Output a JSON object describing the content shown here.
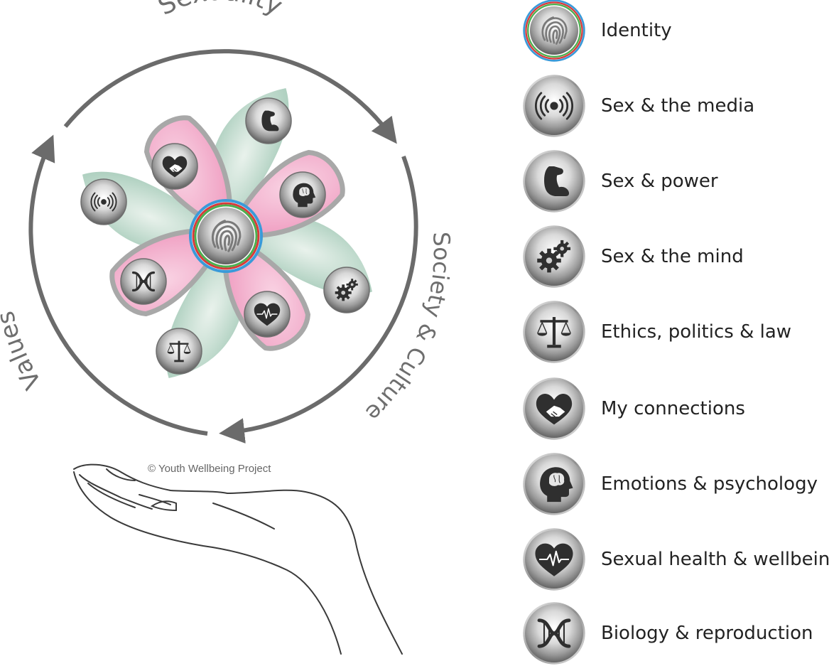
{
  "diagram": {
    "cycle_labels": {
      "top": "Sexuality",
      "right": "Society & Culture",
      "left": "Values"
    },
    "copyright": "© Youth Wellbeing Project",
    "center_icon": "fingerprint-icon",
    "petal_icons": [
      "muscle-icon",
      "handshake-heart-icon",
      "brain-head-icon",
      "broadcast-icon",
      "gears-icon",
      "dna-icon",
      "heartbeat-icon",
      "scales-icon"
    ],
    "colors": {
      "petal_pink": "#f4b6d0",
      "petal_green": "#b9d8c9",
      "arrow": "#6b6b6b",
      "icon_dark": "#2f2f2f"
    }
  },
  "legend": {
    "items": [
      {
        "icon": "fingerprint-icon",
        "label": "Identity"
      },
      {
        "icon": "broadcast-icon",
        "label": "Sex & the media"
      },
      {
        "icon": "muscle-icon",
        "label": "Sex & power"
      },
      {
        "icon": "gears-icon",
        "label": "Sex & the mind"
      },
      {
        "icon": "scales-icon",
        "label": "Ethics, politics & law"
      },
      {
        "icon": "handshake-heart-icon",
        "label": "My connections"
      },
      {
        "icon": "brain-head-icon",
        "label": "Emotions & psychology"
      },
      {
        "icon": "heartbeat-icon",
        "label": "Sexual health & wellbeing"
      },
      {
        "icon": "dna-icon",
        "label": "Biology & reproduction"
      }
    ]
  }
}
